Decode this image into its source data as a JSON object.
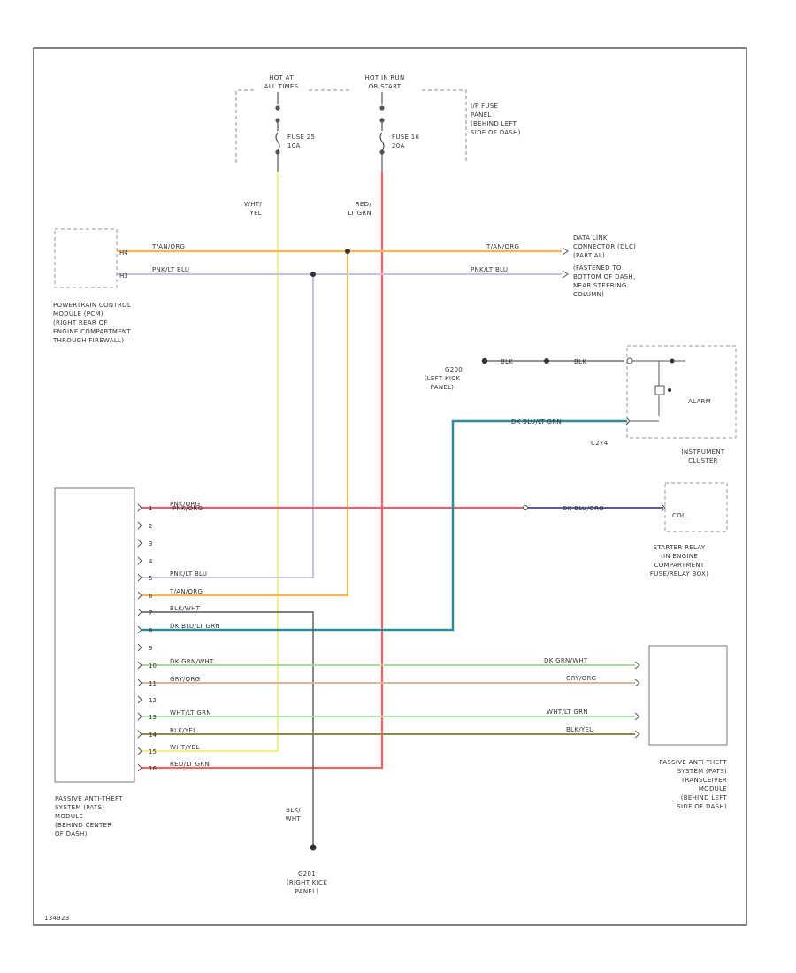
{
  "fuse_panel": {
    "hot_at_all_times": [
      "HOT AT",
      "ALL TIMES"
    ],
    "hot_in_run": [
      "HOT IN RUN",
      "OR START"
    ],
    "panel_label": [
      "I/P FUSE",
      "PANEL",
      "(BEHIND LEFT",
      "SIDE OF DASH)"
    ],
    "fuse_a": [
      "FUSE 25",
      "10A"
    ],
    "fuse_b": [
      "FUSE 16",
      "20A"
    ]
  },
  "wire_colors": {
    "wht_yel": [
      "WHT/",
      "YEL"
    ],
    "red_ltgrn": [
      "RED/",
      "LT GRN"
    ],
    "blk_wht": [
      "BLK/",
      "WHT"
    ]
  },
  "pcm": {
    "label": [
      "POWERTRAIN CONTROL",
      "MODULE (PCM)",
      "(RIGHT REAR OF",
      "ENGINE COMPARTMENT",
      "THROUGH FIREWALL)"
    ],
    "pin1": "H4",
    "pin2": "H3"
  },
  "dlc": {
    "label": [
      "DATA LINK",
      "CONNECTOR (DLC)",
      "(PARTIAL)",
      "(FASTENED TO",
      "BOTTOM OF DASH,",
      "NEAR STEERING",
      "COLUMN)"
    ]
  },
  "bus_wires": {
    "tan_org": "T/AN/ORG",
    "pnk_lt_blu": "PNK/LT BLU"
  },
  "ground_g200": {
    "label": [
      "G200",
      "(LEFT KICK",
      "PANEL)"
    ],
    "wire_a": "BLK",
    "wire_b": "BLK"
  },
  "cluster": {
    "alarm": "ALARM",
    "connector": "C274",
    "label": [
      "INSTRUMENT",
      "CLUSTER"
    ],
    "wire": "DK BLU/LT GRN"
  },
  "starter_relay": {
    "coil": "COIL",
    "label": [
      "STARTER RELAY",
      "(IN ENGINE",
      "COMPARTMENT",
      "FUSE/RELAY BOX)"
    ],
    "wire_in": "PNK/ORG",
    "wire_out": "DK BLU/ORG"
  },
  "pats_module": {
    "label": [
      "PASSIVE ANTI-THEFT",
      "SYSTEM (PATS)",
      "MODULE",
      "(BEHIND CENTER",
      "OF DASH)"
    ],
    "pins": [
      {
        "num": "1",
        "wire": "PNK/ORG"
      },
      {
        "num": "2",
        "wire": ""
      },
      {
        "num": "3",
        "wire": ""
      },
      {
        "num": "4",
        "wire": ""
      },
      {
        "num": "5",
        "wire": "PNK/LT BLU"
      },
      {
        "num": "6",
        "wire": "T/AN/ORG"
      },
      {
        "num": "7",
        "wire": "BLK/WHT"
      },
      {
        "num": "8",
        "wire": "DK BLU/LT GRN"
      },
      {
        "num": "9",
        "wire": ""
      },
      {
        "num": "10",
        "wire": "DK GRN/WHT"
      },
      {
        "num": "11",
        "wire": "GRY/ORG"
      },
      {
        "num": "12",
        "wire": ""
      },
      {
        "num": "13",
        "wire": "WHT/LT GRN"
      },
      {
        "num": "14",
        "wire": "BLK/YEL"
      },
      {
        "num": "15",
        "wire": "WHT/YEL"
      },
      {
        "num": "16",
        "wire": "RED/LT GRN"
      }
    ]
  },
  "transceiver": {
    "label": [
      "PASSIVE ANTI-THEFT",
      "SYSTEM (PATS)",
      "TRANSCEIVER",
      "MODULE",
      "(BEHIND LEFT",
      "SIDE OF DASH)"
    ],
    "wires": [
      "DK GRN/WHT",
      "GRY/ORG",
      "WHT/LT GRN",
      "BLK/YEL"
    ]
  },
  "ground_g201": {
    "label": [
      "G201",
      "(RIGHT KICK",
      "PANEL)"
    ]
  },
  "figure_id": "134923",
  "colors": {
    "wht_yel": "#f2f08a",
    "red_ltgrn": "#f06464",
    "tan_org": "#f5b74f",
    "pnk_ltblu": "#c3c3e6",
    "dkblu_ltgrn": "#2f8c94",
    "dkblu_org": "#5a5ab4",
    "pnk_org": "#f25a6e",
    "blk_wht": "#555555",
    "dkgrn_wht": "#a8dc96",
    "gry_org": "#d9b39a",
    "wht_ltgrn": "#a6e6a6",
    "blk_yel": "#8c8c46"
  }
}
